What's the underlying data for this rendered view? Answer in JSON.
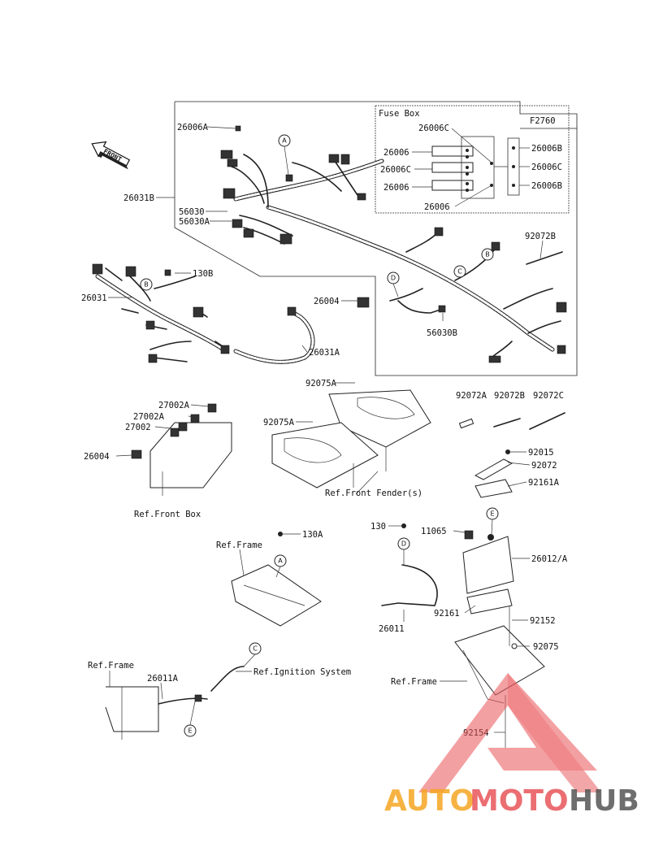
{
  "figure_code": "F2760",
  "front_arrow_label": "FRONT",
  "fuse_box": {
    "title": "Fuse Box",
    "labels": [
      "26006C",
      "26006",
      "26006C",
      "26006",
      "26006",
      "26006B",
      "26006C",
      "26006B"
    ]
  },
  "parts": {
    "p26006A": "26006A",
    "p26031B": "26031B",
    "p56030": "56030",
    "p56030A": "56030A",
    "p26031": "26031",
    "p130B": "130B",
    "p26004_top": "26004",
    "p26031A": "26031A",
    "p56030B": "56030B",
    "p92072B_top": "92072B",
    "p92075A_1": "92075A",
    "p92075A_2": "92075A",
    "p27002A_1": "27002A",
    "p27002A_2": "27002A",
    "p27002": "27002",
    "p26004_box": "26004",
    "p92072A": "92072A",
    "p92072B": "92072B",
    "p92072C": "92072C",
    "p92015": "92015",
    "p92072": "92072",
    "p92161A": "92161A",
    "p130A": "130A",
    "p130": "130",
    "p11065": "11065",
    "p26012A": "26012/A",
    "p92161": "92161",
    "p26011": "26011",
    "p92152": "92152",
    "p92075": "92075",
    "p26011A": "26011A",
    "p92154": "92154"
  },
  "refs": {
    "front_box": "Ref.Front Box",
    "front_fender": "Ref.Front Fender(s)",
    "frame_1": "Ref.Frame",
    "frame_2": "Ref.Frame",
    "frame_3": "Ref.Frame",
    "ignition": "Ref.Ignition System"
  },
  "callouts": {
    "A1": "A",
    "A2": "A",
    "B1": "B",
    "B2": "B",
    "C1": "C",
    "C2": "C",
    "D1": "D",
    "D2": "D",
    "E1": "E",
    "E2": "E"
  },
  "watermark": {
    "part1": "AUTO",
    "part2": "MOTO",
    "part3": "HUB",
    "color1": "#f5a623",
    "color2": "#e8555a",
    "color3": "#555555"
  }
}
